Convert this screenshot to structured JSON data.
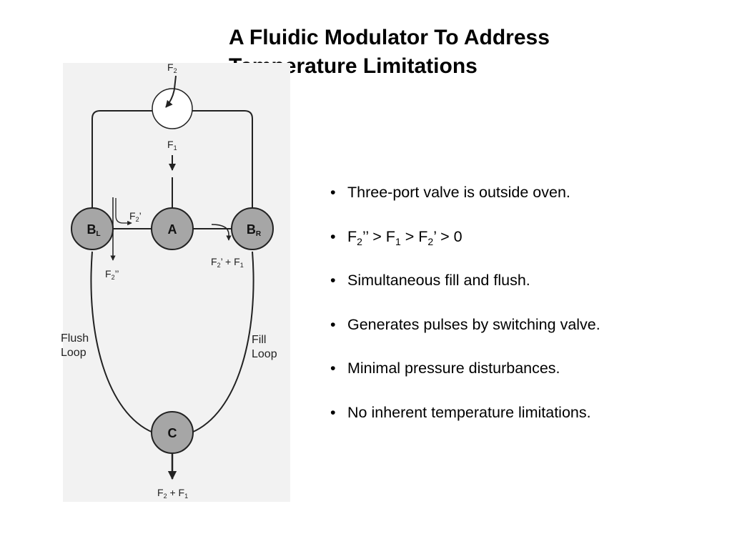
{
  "slide": {
    "title_line1": "A Fluidic Modulator To Address",
    "title_line2": "Temperature Limitations"
  },
  "diagram": {
    "node_bl": "B",
    "node_bl_sub": "L",
    "node_a": "A",
    "node_br": "B",
    "node_br_sub": "R",
    "node_c": "C",
    "valve_inlet_label": "F",
    "valve_inlet_sub": "2",
    "a_inlet_label": "F",
    "a_inlet_sub": "1",
    "flow_f2_prime": "F",
    "flow_f2_prime_sub": "2",
    "flow_f2_prime_mark": "’",
    "flow_f2_dprime": "F",
    "flow_f2_dprime_sub": "2",
    "flow_f2_dprime_mark": "’’",
    "flow_br_out_a": "F",
    "flow_br_out_a_sub": "2",
    "flow_br_out_b": "’ + F",
    "flow_br_out_b_sub": "1",
    "outlet_a": "F",
    "outlet_a_sub": "2",
    "outlet_b": " + F",
    "outlet_b_sub": "1",
    "flush_loop_line1": "Flush",
    "flush_loop_line2": "Loop",
    "fill_loop_line1": "Fill",
    "fill_loop_line2": "Loop",
    "colors": {
      "node_fill": "#a6a6a6",
      "line": "#222222",
      "panel": "#f2f2f2"
    }
  },
  "bullets": {
    "bullet_char": "•",
    "b1": "Three-port valve is outside oven.",
    "b2_p1": "F",
    "b2_s1": "2",
    "b2_p2": "’’ > F",
    "b2_s2": "1",
    "b2_p3": " > F",
    "b2_s3": "2",
    "b2_p4": "’ > 0",
    "b3": "Simultaneous fill and flush.",
    "b4": "Generates pulses by switching valve.",
    "b5": "Minimal pressure disturbances.",
    "b6": "No inherent temperature limitations."
  }
}
